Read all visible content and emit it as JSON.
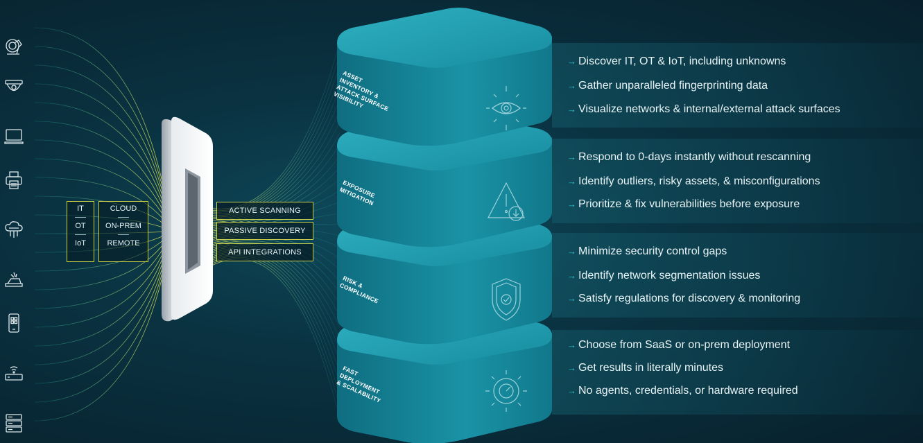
{
  "devices": [
    "robot-arm-icon",
    "security-camera-icon",
    "laptop-icon",
    "printer-icon",
    "cloud-network-icon",
    "router-signal-icon",
    "mobile-device-icon",
    "wifi-router-icon",
    "server-rack-icon"
  ],
  "environments": {
    "types": [
      "IT",
      "OT",
      "IoT"
    ],
    "locations": [
      "CLOUD",
      "ON-PREM",
      "REMOTE"
    ]
  },
  "methods": [
    "ACTIVE SCANNING",
    "PASSIVE DISCOVERY",
    "API INTEGRATIONS"
  ],
  "tiers": [
    {
      "label": "ASSET\nINVENTORY &\nATTACK SURFACE\nVISIBILITY",
      "icon": "eye-discovery-icon",
      "benefits": [
        "Discover IT, OT & IoT, including unknowns",
        "Gather unparalleled fingerprinting data",
        "Visualize networks & internal/external attack surfaces"
      ]
    },
    {
      "label": "EXPOSURE\nMITIGATION",
      "icon": "warning-triangle-icon",
      "benefits": [
        "Respond to 0-days instantly without rescanning",
        "Identify outliers, risky assets, & misconfigurations",
        "Prioritize & fix vulnerabilities before exposure"
      ]
    },
    {
      "label": "RISK &\nCOMPLIANCE",
      "icon": "shield-check-icon",
      "benefits": [
        "Minimize  security control gaps",
        "Identify network  segmentation issues",
        "Satisfy regulations for discovery & monitoring"
      ]
    },
    {
      "label": "FAST\nDEPLOYMENT\n& SCALABILITY",
      "icon": "gear-speed-icon",
      "benefits": [
        "Choose from SaaS or on-prem deployment",
        "Get results in literally minutes",
        "No agents, credentials, or hardware required"
      ]
    }
  ],
  "colors": {
    "accent": "#34c3d0",
    "highlight": "#c9d24a",
    "tier": "#1c8fa3"
  }
}
